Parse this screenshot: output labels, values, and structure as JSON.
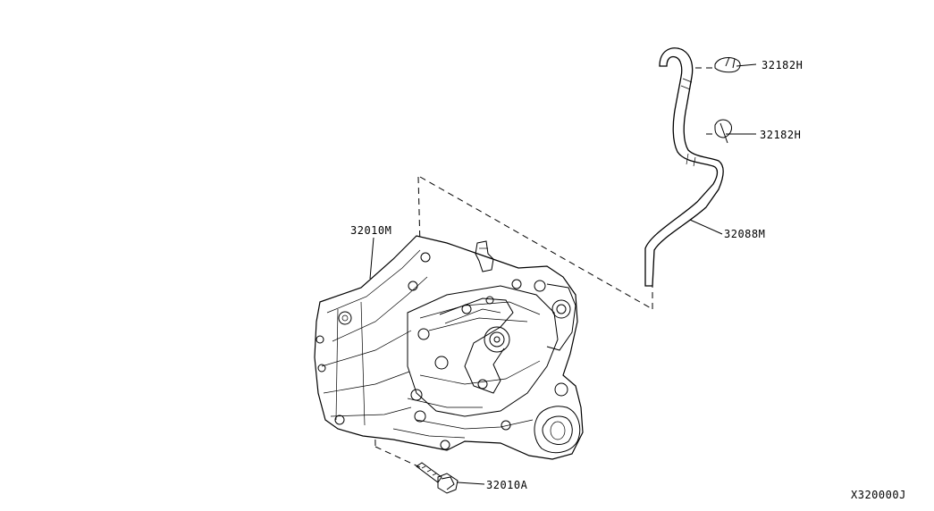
{
  "diagram": {
    "code": "X320000J",
    "parts": [
      {
        "id": "32182H",
        "label": "32182H",
        "name": "clip-upper"
      },
      {
        "id": "32182H-2",
        "label": "32182H",
        "name": "clip-lower"
      },
      {
        "id": "32088M",
        "label": "32088M",
        "name": "breather-hose"
      },
      {
        "id": "32010M",
        "label": "32010M",
        "name": "transaxle-assembly"
      },
      {
        "id": "32010A",
        "label": "32010A",
        "name": "mounting-bolt"
      }
    ]
  }
}
